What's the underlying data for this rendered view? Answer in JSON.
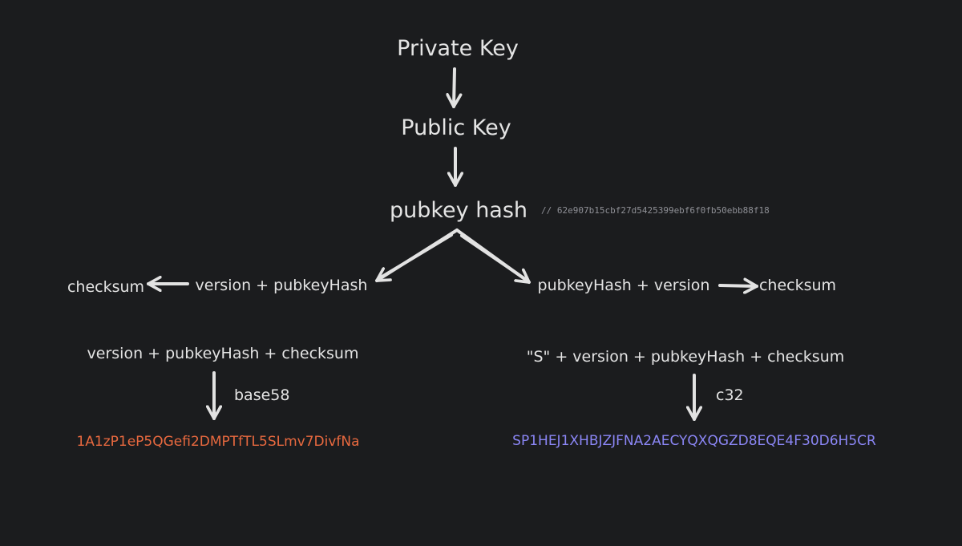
{
  "colors": {
    "background": "#1b1c1e",
    "text": "#e4e4e4",
    "comment": "#8f9096",
    "bitcoin_address": "#e8693f",
    "stacks_address": "#8b86f5"
  },
  "nodes": {
    "private_key": "Private Key",
    "public_key": "Public Key",
    "pubkey_hash": "pubkey hash",
    "pubkey_hash_comment": "// 62e907b15cbf27d5425399ebf6f0fb50ebb88f18",
    "left": {
      "checksum": "checksum",
      "version_pubkeyhash": "version + pubkeyHash",
      "combined": "version + pubkeyHash + checksum",
      "encoding": "base58",
      "address": "1A1zP1eP5QGefi2DMPTfTL5SLmv7DivfNa"
    },
    "right": {
      "pubkeyhash_version": "pubkeyHash + version",
      "checksum": "checksum",
      "combined": "\"S\" + version + pubkeyHash + checksum",
      "encoding": "c32",
      "address": "SP1HEJ1XHBJZJFNA2AECYQXQGZD8EQE4F30D6H5CR"
    }
  }
}
